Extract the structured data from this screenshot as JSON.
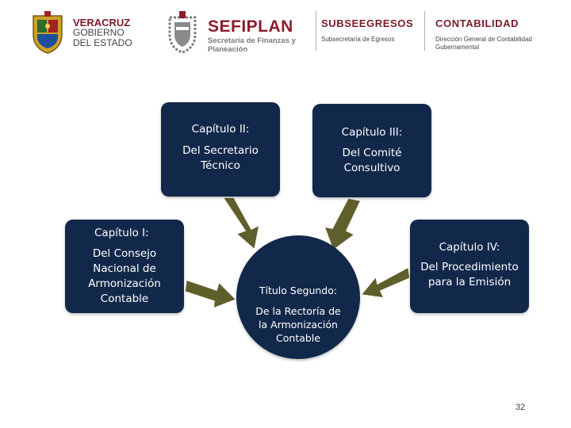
{
  "header": {
    "veracruz": {
      "line1": "VERACRUZ",
      "line2": "GOBIERNO",
      "line3": "DEL ESTADO"
    },
    "sefiplan": {
      "name": "SEFIPLAN",
      "sub": "Secretaría de Finanzas y Planeación"
    },
    "subsecretaria": {
      "title": "SUBSEEGRESOS",
      "subtitle": "Subsecretaría de Egresos"
    },
    "contabilidad": {
      "title": "CONTABILIDAD",
      "subtitle": "Dirección General de Contabilidad Gubernamental"
    }
  },
  "colors": {
    "node": "#12284a",
    "arrow": "#5f5f2c",
    "brand": "#7a1a2a"
  },
  "diagram": {
    "center": {
      "heading": "Título Segundo:",
      "body": "De la Rectoría de la Armonización Contable"
    },
    "chapters": [
      {
        "heading": "Capítulo I:",
        "body": "Del Consejo Nacional de Armonización Contable"
      },
      {
        "heading": "Capítulo II:",
        "body": "Del Secretario Técnico"
      },
      {
        "heading": "Capítulo III:",
        "body": "Del Comité Consultivo"
      },
      {
        "heading": "Capítulo IV:",
        "body": "Del Procedimiento para la Emisión"
      }
    ]
  },
  "page_number": "32"
}
